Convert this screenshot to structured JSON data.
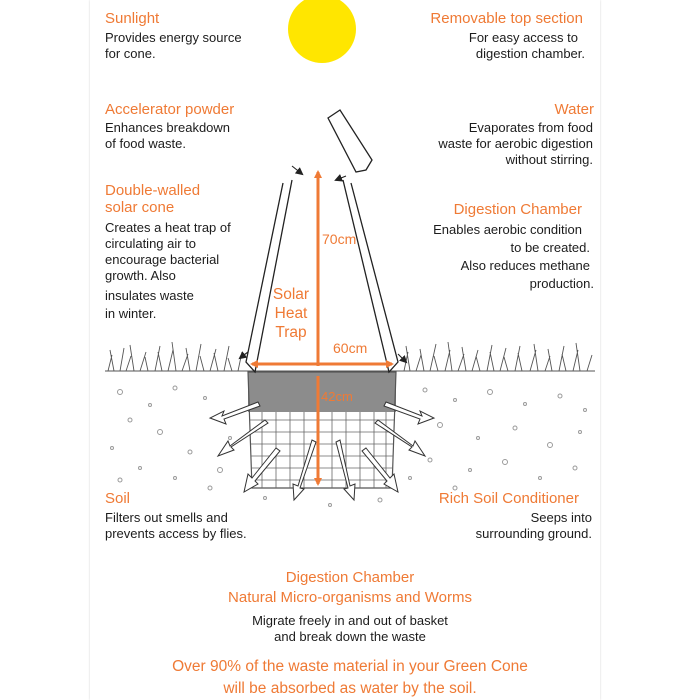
{
  "colors": {
    "accent": "#ef7a35",
    "sun": "#ffe600",
    "text": "#1c1c1c"
  },
  "labels": {
    "sunlight": {
      "title": "Sunlight",
      "lines": [
        "Provides energy source",
        "for cone."
      ]
    },
    "removable": {
      "title": "Removable top section",
      "lines": [
        "For easy access to",
        "digestion chamber."
      ]
    },
    "accelerator": {
      "title": "Accelerator powder",
      "lines": [
        "Enhances breakdown",
        "of food waste."
      ]
    },
    "water": {
      "title": "Water",
      "lines": [
        "Evaporates from food",
        "waste for aerobic digestion",
        "without stirring."
      ]
    },
    "cone": {
      "title_lines": [
        "Double-walled",
        "solar cone"
      ],
      "lines": [
        "Creates a heat trap of",
        "circulating air to",
        "encourage bacterial",
        "growth. Also",
        "insulates waste",
        "in winter."
      ]
    },
    "digestion": {
      "title": "Digestion Chamber",
      "lines": [
        "Enables aerobic condition",
        "to be created.",
        "Also reduces methane",
        "production."
      ]
    },
    "soil": {
      "title": "Soil",
      "lines": [
        "Filters out smells and",
        "prevents access by flies."
      ]
    },
    "conditioner": {
      "title": "Rich Soil Conditioner",
      "lines": [
        "Seeps into",
        "surrounding ground."
      ]
    },
    "chamber": {
      "title_lines": [
        "Digestion Chamber",
        "Natural Micro-organisms and Worms"
      ],
      "lines": [
        "Migrate freely in and out of basket",
        "and break down the waste"
      ]
    },
    "footer": [
      "Over 90% of the waste material in your Green Cone",
      "will be absorbed as water by the soil."
    ]
  },
  "diagram": {
    "height": "70cm",
    "width": "60cm",
    "depth": "42cm",
    "heat_trap": [
      "Solar",
      "Heat",
      "Trap"
    ]
  }
}
